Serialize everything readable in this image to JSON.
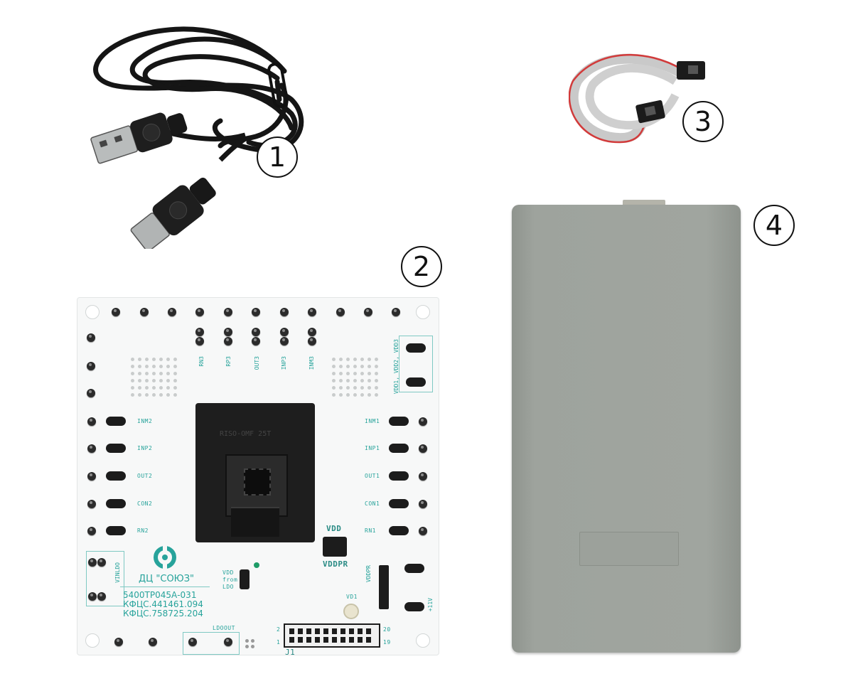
{
  "callouts": [
    "1",
    "2",
    "3",
    "4"
  ],
  "board": {
    "top_labels": [
      "RN3",
      "RP3",
      "OUT3",
      "INP3",
      "INM3"
    ],
    "right_top_label": "VDD1, VDD2, VDD3",
    "left_labels": [
      "INM2",
      "INP2",
      "OUT2",
      "CON2",
      "RN2"
    ],
    "right_labels": [
      "INM1",
      "INP1",
      "OUT1",
      "CON1",
      "RN1"
    ],
    "socket_text": "RISO-OMF 25T",
    "vdd_label": "VDD",
    "vddpr_label": "VDDPR",
    "vddpr_vertical": "VDDPR",
    "vinldo_label": "VINLDO",
    "vdd_from_ldo": [
      "VDD",
      "from",
      "LDO"
    ],
    "vd1_label": "VD1",
    "pos11v_label": "+11V",
    "ldoout_label": "LDOOUT",
    "j1_label": "J1",
    "j1_pins": [
      "2",
      "1",
      "20",
      "19"
    ],
    "company": "ДЦ \"СОЮЗ\"",
    "part_lines": [
      "5400ТР045А-031",
      "КФЦС.441461.094",
      "КФЦС.758725.204"
    ],
    "accent": "#27a39b"
  },
  "colors": {
    "case": "#9ba09a",
    "cable_black": "#151515",
    "ribbon": "#c9c9c9",
    "ribbon_stripe": "#d23a3a"
  }
}
